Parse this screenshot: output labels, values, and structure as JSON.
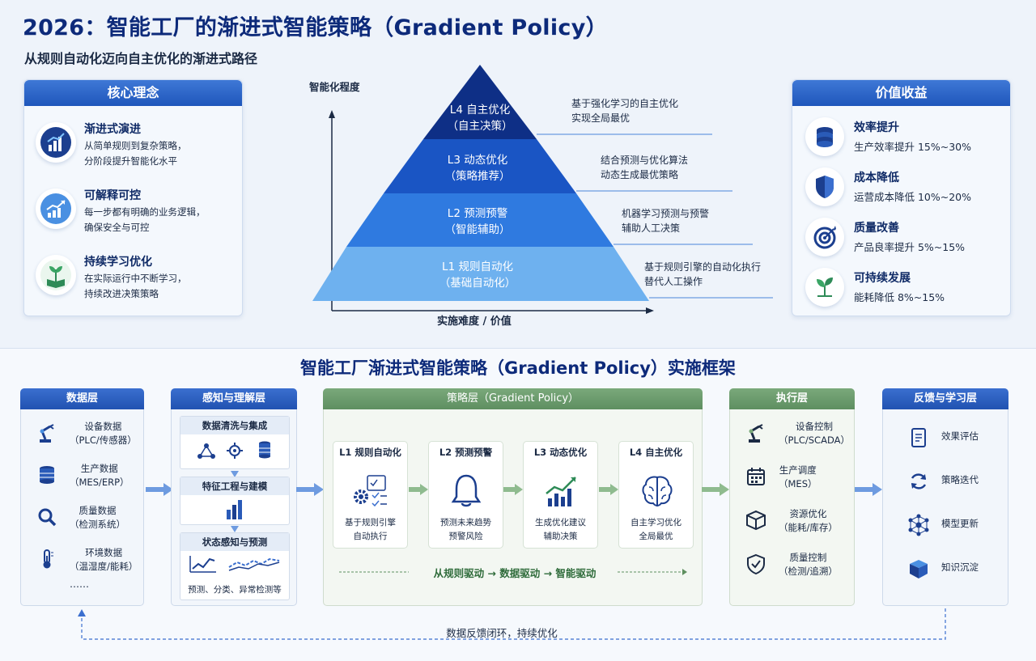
{
  "header": {
    "title": "2026：智能工厂的渐进式智能策略（Gradient Policy）",
    "subtitle": "从规则自动化迈向自主优化的渐进式路径"
  },
  "core_concepts": {
    "title": "核心理念",
    "items": [
      {
        "title": "渐进式演进",
        "desc1": "从简单规则到复杂策略，",
        "desc2": "分阶段提升智能化水平",
        "icon": "bar-chart-icon"
      },
      {
        "title": "可解释可控",
        "desc1": "每一步都有明确的业务逻辑，",
        "desc2": "确保安全与可控",
        "icon": "trend-chart-icon"
      },
      {
        "title": "持续学习优化",
        "desc1": "在实际运行中不断学习，",
        "desc2": "持续改进决策策略",
        "icon": "sprout-book-icon"
      }
    ]
  },
  "pyramid": {
    "y_axis": "智能化程度",
    "x_axis": "实施难度 / 价值",
    "levels": [
      {
        "name": "L4 自主优化",
        "sub": "（自主决策）",
        "note1": "基于强化学习的自主优化",
        "note2": "实现全局最优",
        "color": "#0e2f86"
      },
      {
        "name": "L3 动态优化",
        "sub": "（策略推荐）",
        "note1": "结合预测与优化算法",
        "note2": "动态生成最优策略",
        "color": "#1a55c4"
      },
      {
        "name": "L2 预测预警",
        "sub": "（智能辅助）",
        "note1": "机器学习预测与预警",
        "note2": "辅助人工决策",
        "color": "#2f7ae0"
      },
      {
        "name": "L1 规则自动化",
        "sub": "（基础自动化）",
        "note1": "基于规则引擎的自动化执行",
        "note2": "替代人工操作",
        "color": "#5aa3ec"
      }
    ]
  },
  "benefits": {
    "title": "价值收益",
    "items": [
      {
        "title": "效率提升",
        "desc": "生产效率提升 15%~30%",
        "icon": "coin-stack-icon"
      },
      {
        "title": "成本降低",
        "desc": "运营成本降低 10%~20%",
        "icon": "shield-icon"
      },
      {
        "title": "质量改善",
        "desc": "产品良率提升 5%~15%",
        "icon": "target-icon"
      },
      {
        "title": "可持续发展",
        "desc": "能耗降低 8%~15%",
        "icon": "leaf-icon"
      }
    ]
  },
  "framework": {
    "title": "智能工厂渐进式智能策略（Gradient Policy）实施框架",
    "data_layer": {
      "title": "数据层",
      "items": [
        {
          "l1": "设备数据",
          "l2": "（PLC/传感器）",
          "icon": "robot-arm-icon"
        },
        {
          "l1": "生产数据",
          "l2": "（MES/ERP）",
          "icon": "database-icon"
        },
        {
          "l1": "质量数据",
          "l2": "（检测系统）",
          "icon": "magnifier-icon"
        },
        {
          "l1": "环境数据",
          "l2": "（温湿度/能耗）",
          "icon": "thermometer-icon"
        }
      ],
      "more": "……"
    },
    "perception_layer": {
      "title": "感知与理解层",
      "boxes": [
        {
          "title": "数据清洗与集成"
        },
        {
          "title": "特征工程与建模"
        },
        {
          "title": "状态感知与预测",
          "caption": "预测、分类、异常检测等"
        }
      ]
    },
    "strategy_layer": {
      "title": "策略层（Gradient Policy）",
      "steps": [
        {
          "title": "L1 规则自动化",
          "d1": "基于规则引擎",
          "d2": "自动执行",
          "icon": "gear-checklist-icon"
        },
        {
          "title": "L2 预测预警",
          "d1": "预测未来趋势",
          "d2": "预警风险",
          "icon": "bell-icon"
        },
        {
          "title": "L3 动态优化",
          "d1": "生成优化建议",
          "d2": "辅助决策",
          "icon": "growth-chart-icon"
        },
        {
          "title": "L4 自主优化",
          "d1": "自主学习优化",
          "d2": "全局最优",
          "icon": "brain-icon"
        }
      ],
      "drive": "从规则驱动 → 数据驱动 → 智能驱动"
    },
    "execution_layer": {
      "title": "执行层",
      "items": [
        {
          "l1": "设备控制",
          "l2": "（PLC/SCADA）",
          "icon": "robot-arm-icon"
        },
        {
          "l1": "生产调度",
          "l2": "（MES）",
          "icon": "calendar-icon"
        },
        {
          "l1": "资源优化",
          "l2": "（能耗/库存）",
          "icon": "box-icon"
        },
        {
          "l1": "质量控制",
          "l2": "（检测/追溯）",
          "icon": "shield-check-icon"
        }
      ]
    },
    "feedback_layer": {
      "title": "反馈与学习层",
      "items": [
        {
          "label": "效果评估",
          "icon": "report-icon"
        },
        {
          "label": "策略迭代",
          "icon": "refresh-icon"
        },
        {
          "label": "模型更新",
          "icon": "network-icon"
        },
        {
          "label": "知识沉淀",
          "icon": "cube-icon"
        }
      ]
    },
    "loop_label": "数据反馈闭环，持续优化"
  },
  "colors": {
    "primary": "#0d2a7a",
    "accent": "#2152b1",
    "green": "#5e8f60"
  }
}
